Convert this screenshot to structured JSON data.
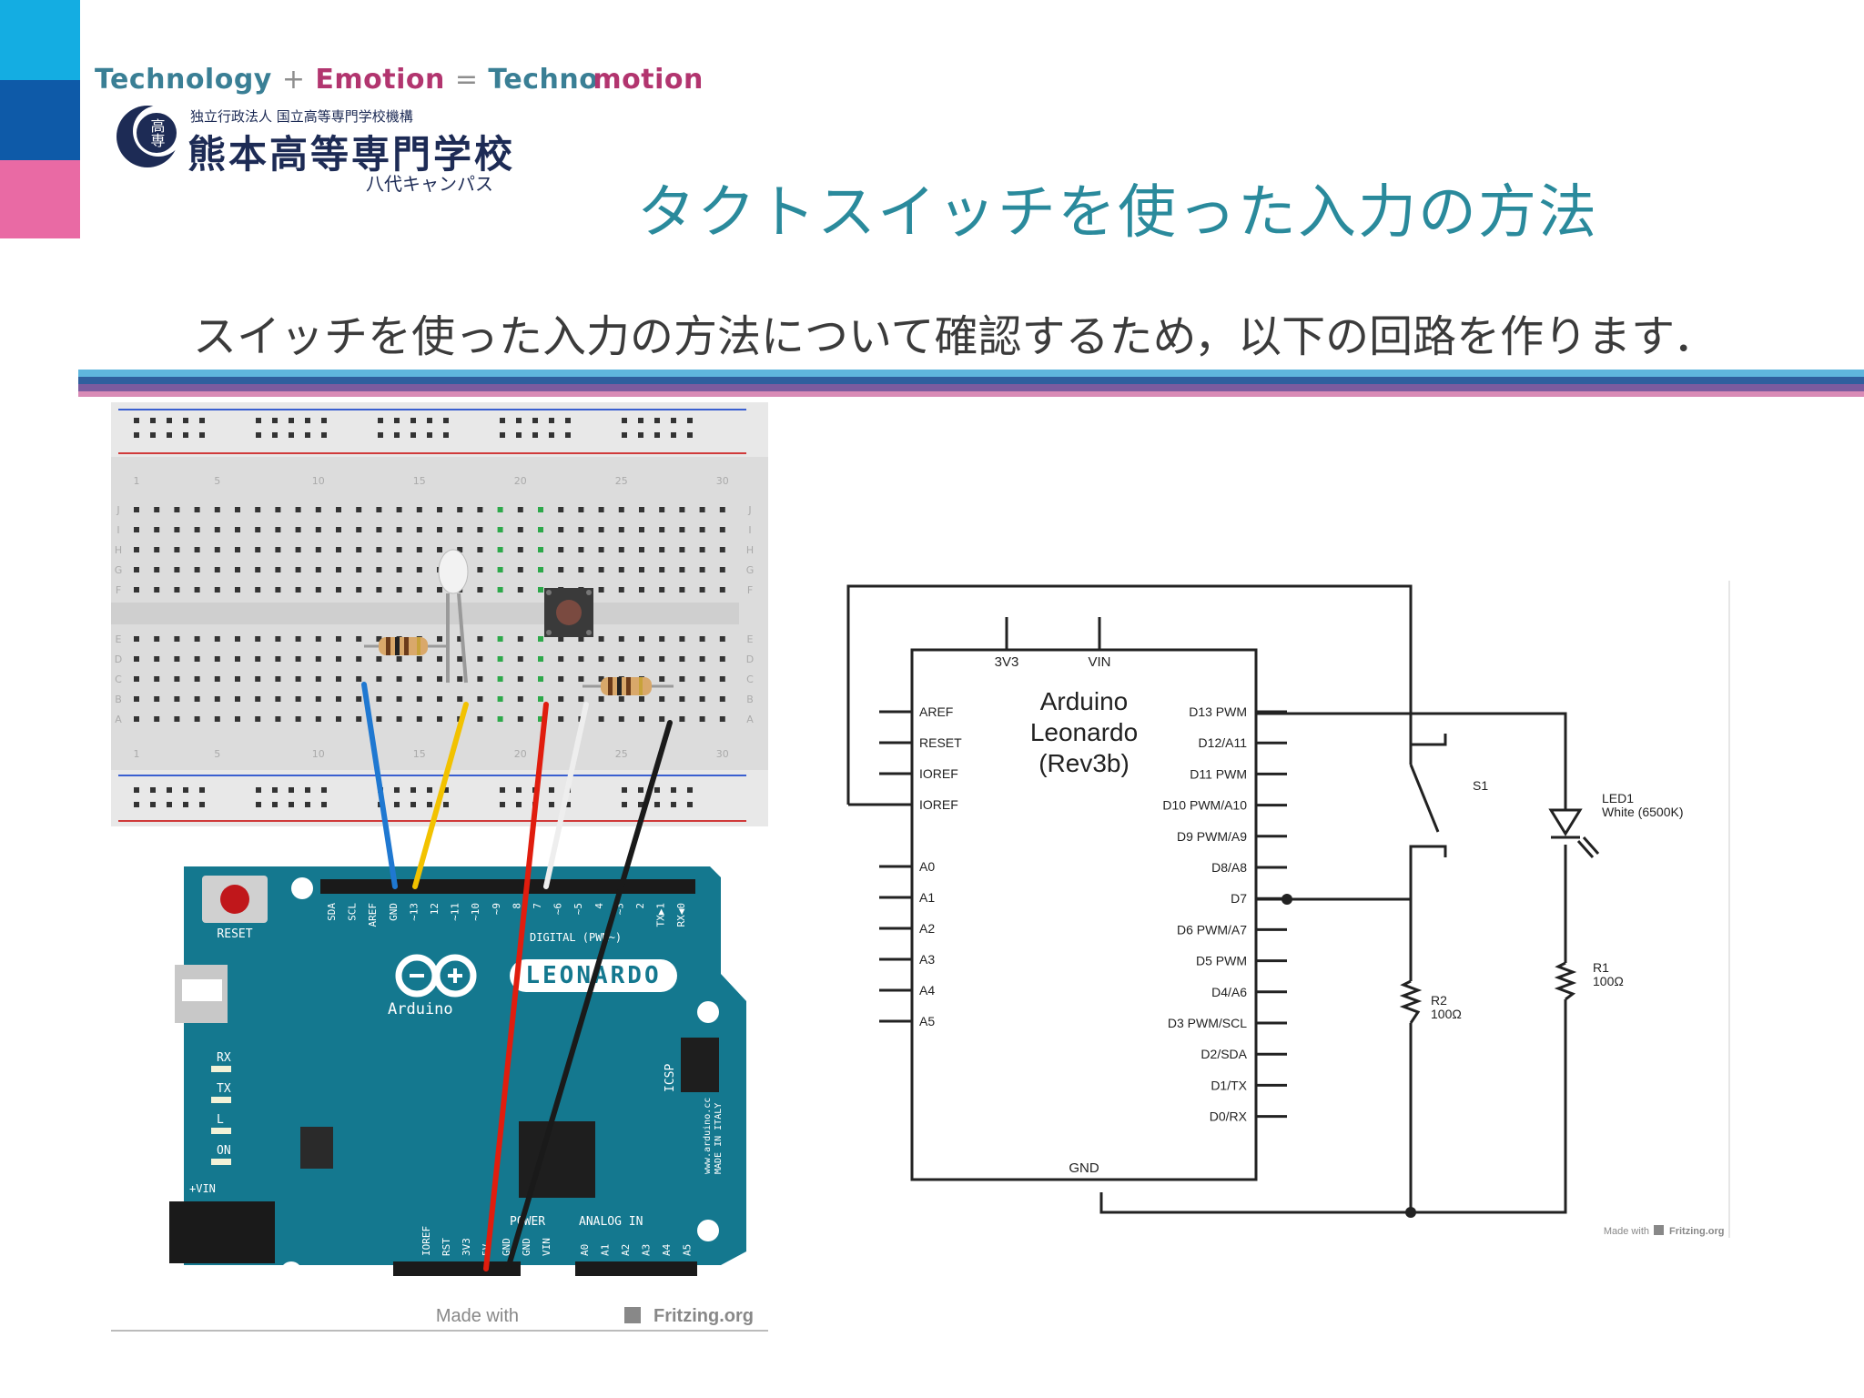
{
  "header": {
    "tagline": {
      "part1": "Technology",
      "plus": "+",
      "part2": "Emotion",
      "equals": "=",
      "part3a": "Techno",
      "part3b": "motion"
    },
    "org_sub": "独立行政法人 国立高等専門学校機構",
    "org_name": "熊本高等専門学校",
    "org_campus": "八代キャンパス",
    "emblem_chars": "高専"
  },
  "slide": {
    "title": "タクトスイッチを使った入力の方法",
    "subtitle": "スイッチを使った入力の方法について確認するため，以下の回路を作ります．"
  },
  "colors": {
    "cyan": "#14ade2",
    "blue": "#0e5aa8",
    "pink": "#e96aa4",
    "teal_title": "#2a8a9c",
    "magenta": "#b2356f",
    "board_teal": "#14788f"
  },
  "breadboard_view": {
    "board_label": "LEONARDO",
    "brand": "Arduino",
    "reset_label": "RESET",
    "digital_label": "DIGITAL (PWM~)",
    "power_label": "POWER",
    "analog_label": "ANALOG IN",
    "icsp_label": "ICSP",
    "vin_label": "+VIN",
    "site_label": "www.arduino.cc",
    "made_in": "MADE IN ITALY",
    "led_labels": [
      "RX",
      "TX",
      "L",
      "ON"
    ],
    "top_header_pins": [
      "SDA",
      "SCL",
      "AREF",
      "GND",
      "~13",
      "12",
      "~11",
      "~10",
      "~9",
      "8",
      "7",
      "~6",
      "~5",
      "4",
      "~3",
      "2",
      "TX▶1",
      "RX◀0"
    ],
    "power_pins": [
      "IOREF",
      "RST",
      "3V3",
      "5V",
      "GND",
      "GND",
      "VIN"
    ],
    "analog_pins": [
      "A0",
      "A1",
      "A2",
      "A3",
      "A4",
      "A5"
    ],
    "column_numbers": [
      "1",
      "5",
      "10",
      "15",
      "20",
      "25",
      "30"
    ],
    "row_letters_top": [
      "J",
      "I",
      "H",
      "G",
      "F"
    ],
    "row_letters_bottom": [
      "E",
      "D",
      "C",
      "B",
      "A"
    ],
    "made_with": "Made with",
    "fritzing": "Fritzing.org"
  },
  "schematic": {
    "board_title_lines": [
      "Arduino",
      "Leonardo",
      "(Rev3b)"
    ],
    "top_pins": [
      "3V3",
      "VIN"
    ],
    "left_pins": [
      "AREF",
      "RESET",
      "IOREF",
      "IOREF",
      "A0",
      "A1",
      "A2",
      "A3",
      "A4",
      "A5"
    ],
    "right_pins": [
      "D13 PWM",
      "D12/A11",
      "D11 PWM",
      "D10 PWM/A10",
      "D9 PWM/A9",
      "D8/A8",
      "D7",
      "D6 PWM/A7",
      "D5 PWM",
      "D4/A6",
      "D3 PWM/SCL",
      "D2/SDA",
      "D1/TX",
      "D0/RX"
    ],
    "bottom_pin": "GND",
    "switch_label": "S1",
    "led_label": "LED1",
    "led_desc": "White (6500K)",
    "r1_label": "R1",
    "r1_value": "100Ω",
    "r2_label": "R2",
    "r2_value": "100Ω",
    "made_with": "Made with",
    "fritzing": "Fritzing.org"
  }
}
